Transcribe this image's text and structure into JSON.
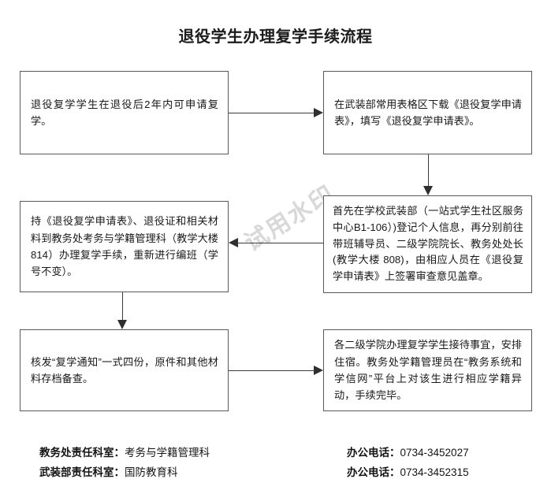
{
  "page": {
    "title": "退役学生办理复学手续流程",
    "watermark": "试用水印"
  },
  "flow": {
    "boxes": [
      {
        "id": "box-1",
        "name": "step-box-eligibility",
        "text": "退役复学学生在退役后2年内可申请复学。"
      },
      {
        "id": "box-2",
        "name": "step-box-download-form",
        "text": "在武装部常用表格区下载《退役复学申请表》，填写《退役复学申请表》。"
      },
      {
        "id": "box-3",
        "name": "step-box-academic-affairs",
        "text": "持《退役复学申请表》、退役证和相关材料到教务处考务与学籍管理科（教学大楼814）办理复学手续，重新进行编班（学号不变）。"
      },
      {
        "id": "box-4",
        "name": "step-box-registration-signatures",
        "text": "首先在学校武装部（一站式学生社区服务中心B1-106）)登记个人信息，再分别前往带班辅导员、二级学院院长、教务处处长(教学大楼 808)，由相应人员在《退役复学申请表》上签署审查意见盖章。"
      },
      {
        "id": "box-5",
        "name": "step-box-issue-notice",
        "text": "核发“复学通知”一式四份，原件和其他材料存档备查。"
      },
      {
        "id": "box-6",
        "name": "step-box-college-reception",
        "text": "各二级学院办理复学学生接待事宜，安排住宿。教务处学籍管理员在“教务系统和学信网”平台上对该生进行相应学籍异动，手续完毕。"
      }
    ]
  },
  "footer": {
    "left": [
      {
        "label": "教务处责任科室：",
        "value": "考务与学籍管理科"
      },
      {
        "label": "武装部责任科室：",
        "value": "国防教育科"
      }
    ],
    "right": [
      {
        "label": "办公电话：",
        "value": "0734-3452027"
      },
      {
        "label": "办公电话：",
        "value": "0734-3452315"
      }
    ]
  },
  "colors": {
    "box_border": "#555a5e",
    "connector": "#3a3a3a",
    "text": "#1a1a1a",
    "watermark": "#d8d8d8"
  }
}
